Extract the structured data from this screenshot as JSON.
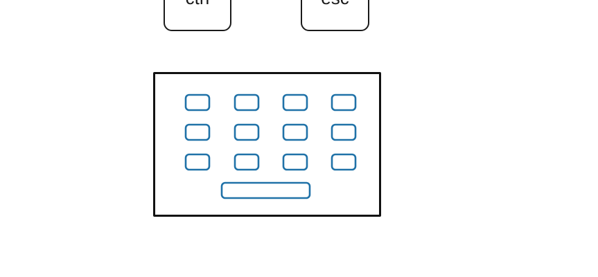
{
  "keys": {
    "ctrl_label": "ctrl",
    "esc_label": "esc"
  },
  "keyboard_icon": {
    "icon": "keyboard-icon",
    "key_color": "#2072a8",
    "border_color": "#111111",
    "rows": [
      4,
      4,
      4
    ],
    "has_spacebar": true
  }
}
